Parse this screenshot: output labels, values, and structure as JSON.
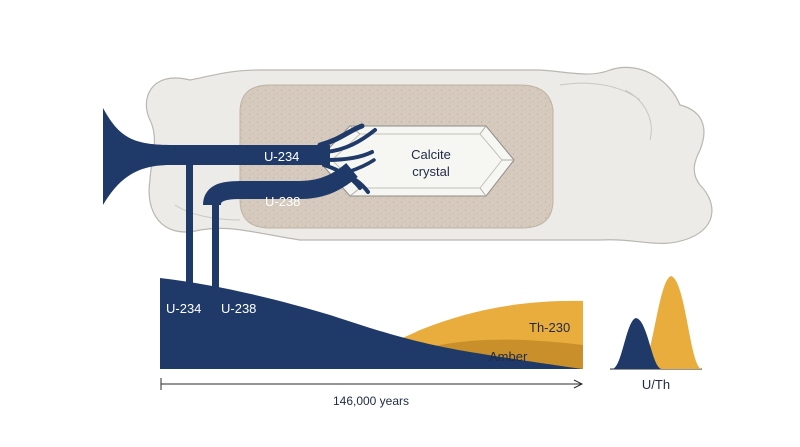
{
  "labels": {
    "upper_u234": "U-234",
    "upper_u238": "U-238",
    "crystal_line1": "Calcite",
    "crystal_line2": "crystal",
    "lower_u234": "U-234",
    "lower_u238": "U-238",
    "th230": "Th-230",
    "amber": "Amber",
    "duration": "146,000 years",
    "ratio": "U/Th"
  },
  "colors": {
    "uranium_navy": "#1f3a68",
    "thorium_gold": "#e8ad3c",
    "amber_dark": "#c98f2a",
    "bone_fill": "#ecebe7",
    "bone_stroke": "#b9b7b0",
    "marrow_fill": "#d5cabd",
    "crystal_fill": "#f6f6f3",
    "axis": "#2b2b2b"
  },
  "icons": {
    "bone": "bone-outline",
    "crystal": "hexagonal-crystal"
  }
}
